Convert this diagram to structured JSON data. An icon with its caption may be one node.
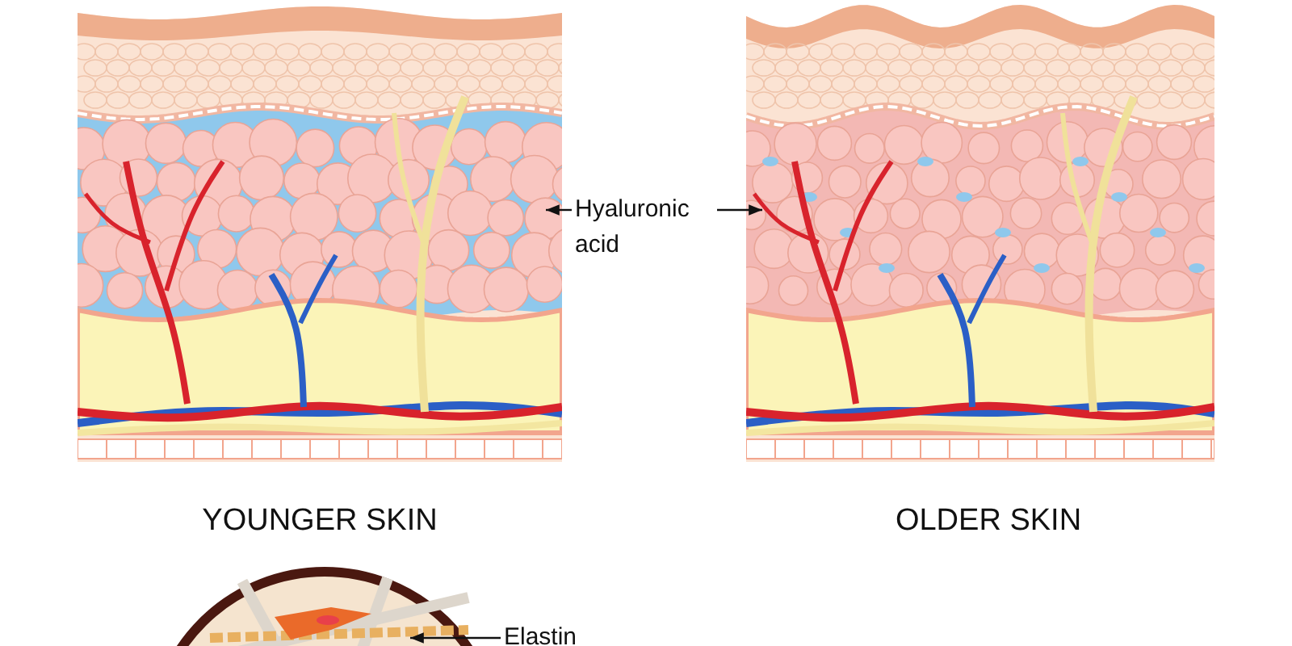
{
  "diagram": {
    "nodes": [
      {
        "text": [
          "Hyaluronic acid"
        ]
      },
      {
        "text": [],
        "shape": "picture"
      },
      {
        "text": [],
        "shape": "picture"
      },
      {
        "text": [
          "Elastin"
        ]
      },
      {
        "text": [],
        "shape": "picture"
      }
    ],
    "edges": [
      {
        "from": 0,
        "to": 1,
        "arrow": "to"
      },
      {
        "from": 0,
        "to": 2,
        "arrow": "to"
      },
      {
        "from": 3,
        "to": 4,
        "arrow": "to"
      }
    ],
    "labels": [
      "YOUNGER SKIN",
      "OLDER SKIN"
    ]
  }
}
